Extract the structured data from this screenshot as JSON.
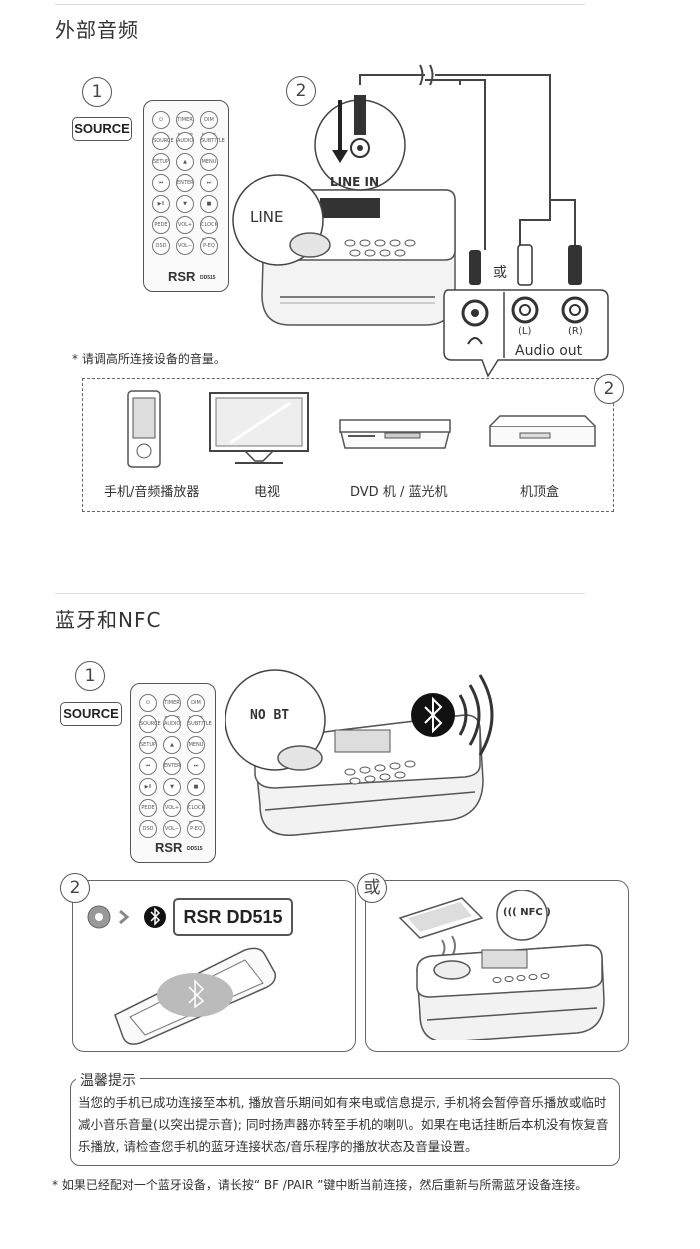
{
  "section1": {
    "title": "外部音频",
    "step1": "1",
    "step2": "2",
    "step2b": "2",
    "source_label": "SOURCE",
    "line_label": "LINE",
    "line_in_label": "LINE IN",
    "or_label": "或",
    "l_label": "(L)",
    "r_label": "(R)",
    "audio_out_label": "Audio out",
    "note": "* 请调高所连接设备的音量。",
    "devices": [
      {
        "label": "手机/音频播放器"
      },
      {
        "label": "电视"
      },
      {
        "label": "DVD 机 / 蓝光机"
      },
      {
        "label": "机顶盒"
      }
    ]
  },
  "section2": {
    "title": "蓝牙和NFC",
    "step1": "1",
    "step2": "2",
    "or_label": "或",
    "source_label": "SOURCE",
    "display_text": "NO BT",
    "device_name": "RSR DD515",
    "nfc_label": "NFC"
  },
  "remote": {
    "brand": "RSR",
    "model": "DD515",
    "buttons": [
      "⏻",
      "TIMER SLEEP",
      "DIM MUTE",
      "SOURCE",
      "AUDIO",
      "SUBTITLE",
      "SETUP",
      "▲",
      "MENU",
      "⏮",
      "ENTER",
      "⏭",
      "▶II PAIR",
      "▼",
      "■",
      "PEDE",
      "VOL+",
      "CLOCK PROG",
      "OSD",
      "VOL−",
      "P-EQ"
    ]
  },
  "tips": {
    "title": "温馨提示",
    "body": "当您的手机已成功连接至本机, 播放音乐期间如有来电或信息提示, 手机将会暂停音乐播放或临时减小音乐音量(以突出提示音); 同时扬声器亦转至手机的喇叭。如果在电话挂断后本机没有恢复音乐播放, 请检查您手机的蓝牙连接状态/音乐程序的播放状态及音量设置。"
  },
  "footnote": "* 如果已经配对一个蓝牙设备，请长按“ BF /PAIR  ”键中断当前连接，然后重新与所需蓝牙设备连接。"
}
